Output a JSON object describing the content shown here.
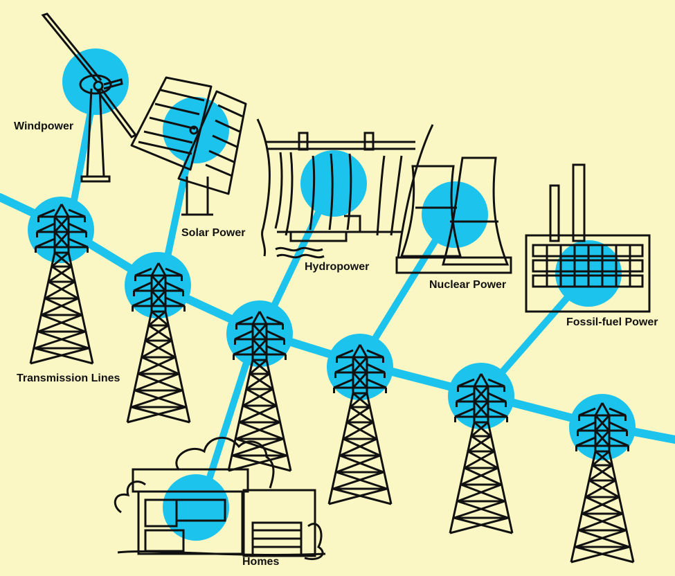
{
  "colors": {
    "background": "#fbf7c4",
    "accent": "#1cc3ec",
    "ink": "#111111"
  },
  "labels": {
    "windpower": "Windpower",
    "solar": "Solar Power",
    "hydro": "Hydropower",
    "nuclear": "Nuclear Power",
    "fossil": "Fossil-fuel Power",
    "transmission": "Transmission Lines",
    "homes": "Homes"
  }
}
